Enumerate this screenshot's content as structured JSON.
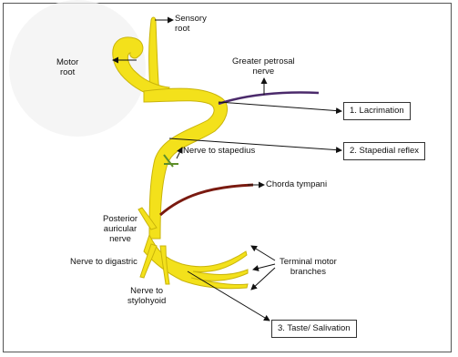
{
  "colors": {
    "nerve": "#f3e11b",
    "nerve_outline": "#c9b40a",
    "petrosal": "#4b2a6b",
    "chorda": "#7a1a10",
    "stapedius": "#5e8f2a",
    "arrow": "#111111"
  },
  "labels": {
    "sensory_root": "Sensory\nroot",
    "motor_root": "Motor\nroot",
    "greater_petrosal": "Greater petrosal\nnerve",
    "nerve_to_stapedius": "Nerve to stapedius",
    "chorda_tympani": "Chorda tympani",
    "posterior_auricular": "Posterior\nauricular\nnerve",
    "nerve_to_digastric": "Nerve to digastric",
    "nerve_to_stylohyoid": "Nerve to\nstylohyoid",
    "terminal_motor": "Terminal motor\nbranches"
  },
  "functions": {
    "lacrimation": "1. Lacrimation",
    "stapedial_reflex": "2. Stapedial reflex",
    "taste_salivation": "3. Taste/ Salivation"
  }
}
